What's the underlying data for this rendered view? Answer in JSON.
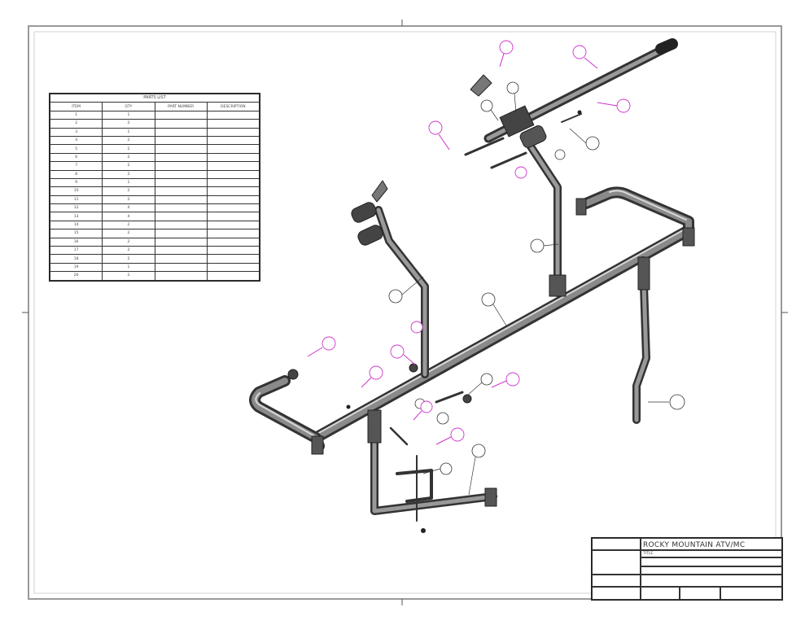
{
  "bom": {
    "title": "PARTS LIST",
    "headers": [
      "ITEM",
      "QTY",
      "PART NUMBER",
      "DESCRIPTION"
    ],
    "rows": [
      [
        "1",
        "1",
        "",
        ""
      ],
      [
        "2",
        "2",
        "",
        ""
      ],
      [
        "3",
        "1",
        "",
        ""
      ],
      [
        "4",
        "2",
        "",
        ""
      ],
      [
        "5",
        "2",
        "",
        ""
      ],
      [
        "6",
        "2",
        "",
        ""
      ],
      [
        "7",
        "2",
        "",
        ""
      ],
      [
        "8",
        "2",
        "",
        ""
      ],
      [
        "9",
        "1",
        "",
        ""
      ],
      [
        "10",
        "2",
        "",
        ""
      ],
      [
        "11",
        "2",
        "",
        ""
      ],
      [
        "12",
        "4",
        "",
        ""
      ],
      [
        "13",
        "4",
        "",
        ""
      ],
      [
        "14",
        "2",
        "",
        ""
      ],
      [
        "15",
        "2",
        "",
        ""
      ],
      [
        "16",
        "2",
        "",
        ""
      ],
      [
        "17",
        "2",
        "",
        ""
      ],
      [
        "18",
        "2",
        "",
        ""
      ],
      [
        "19",
        "1",
        "",
        ""
      ],
      [
        "20",
        "2",
        "",
        ""
      ]
    ]
  },
  "title_block": {
    "company": "ROCKY MOUNTAIN ATV/MC",
    "title_label": "TITLE",
    "title_value": "",
    "drawing_label": "",
    "size_label": "",
    "scale_label": "",
    "sheet_label": ""
  },
  "callouts": {
    "black": [
      {
        "id": "c1",
        "label": ""
      },
      {
        "id": "c2",
        "label": ""
      },
      {
        "id": "c3",
        "label": ""
      },
      {
        "id": "c4",
        "label": ""
      },
      {
        "id": "c5",
        "label": ""
      },
      {
        "id": "c6",
        "label": ""
      },
      {
        "id": "c7",
        "label": ""
      },
      {
        "id": "c8",
        "label": ""
      },
      {
        "id": "c9",
        "label": ""
      },
      {
        "id": "c10",
        "label": ""
      },
      {
        "id": "c11",
        "label": ""
      },
      {
        "id": "c12",
        "label": ""
      },
      {
        "id": "c13",
        "label": ""
      }
    ],
    "magenta": [
      {
        "id": "m1",
        "label": ""
      },
      {
        "id": "m2",
        "label": ""
      },
      {
        "id": "m3",
        "label": ""
      },
      {
        "id": "m4",
        "label": ""
      },
      {
        "id": "m5",
        "label": ""
      },
      {
        "id": "m6",
        "label": ""
      },
      {
        "id": "m7",
        "label": ""
      },
      {
        "id": "m8",
        "label": ""
      },
      {
        "id": "m9",
        "label": ""
      },
      {
        "id": "m10",
        "label": ""
      },
      {
        "id": "m11",
        "label": ""
      },
      {
        "id": "m12",
        "label": ""
      }
    ]
  },
  "colors": {
    "frame_line": "#9a9a9a",
    "tube": "#3a3a3a",
    "magenta_callout": "#cc33cc",
    "black_callout": "#333333"
  }
}
